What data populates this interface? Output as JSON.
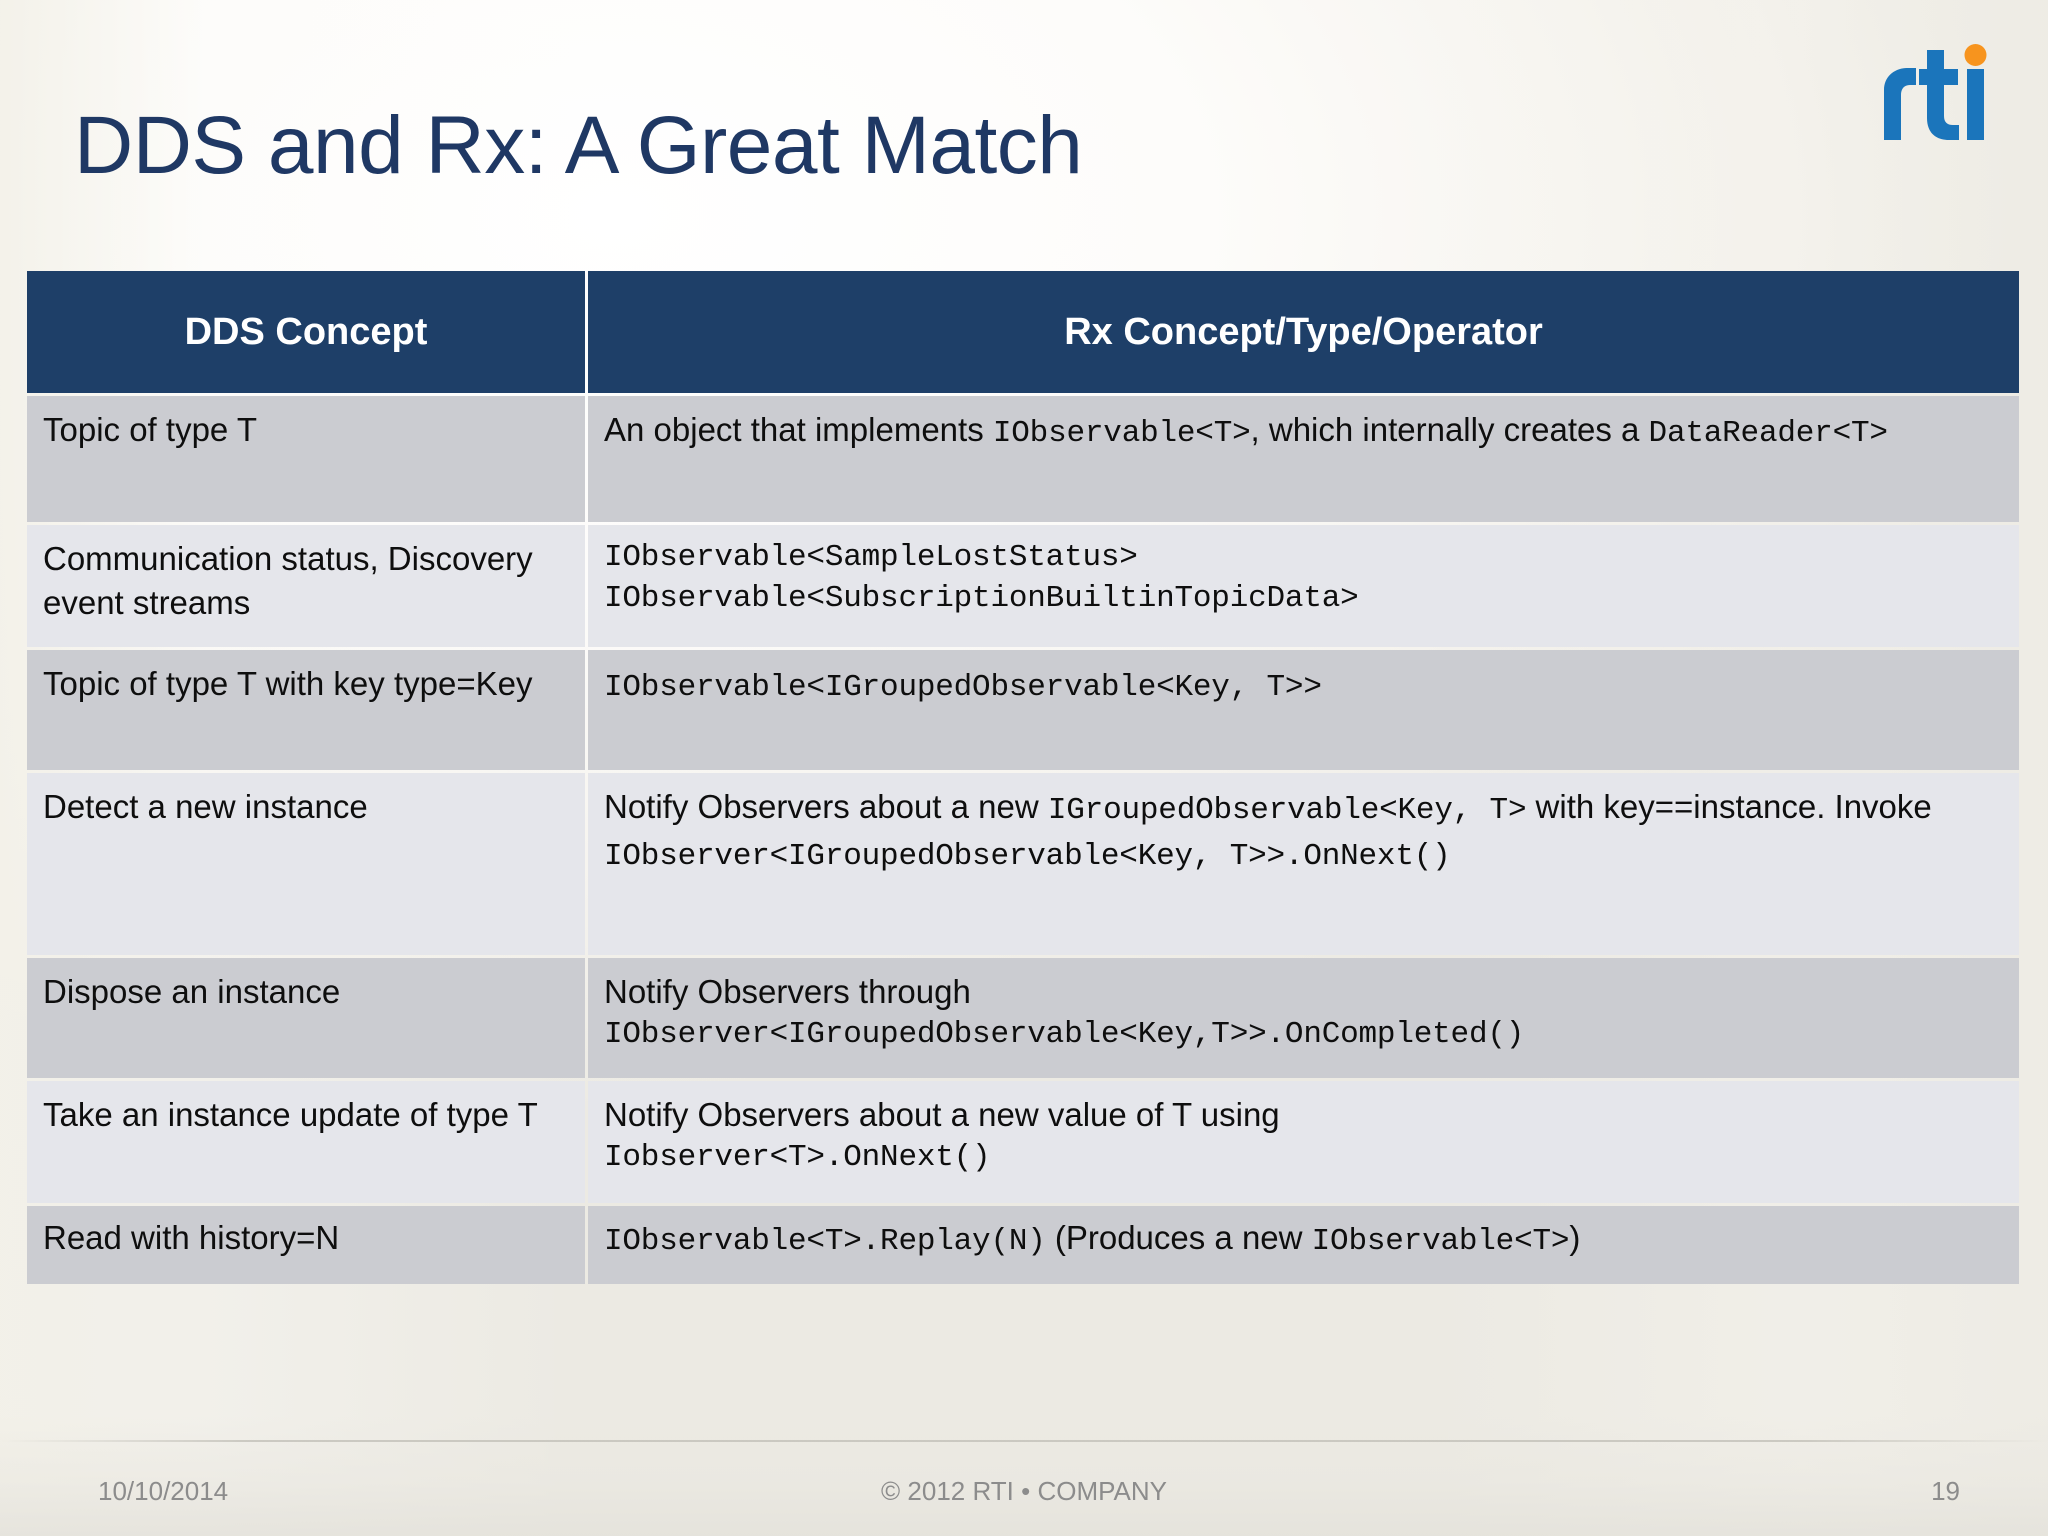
{
  "slide": {
    "title": "DDS and Rx: A Great Match",
    "title_color": "#1f3864",
    "background_color": "#f6f4ef"
  },
  "logo": {
    "name": "rti-logo",
    "wordmark": "rti",
    "blue": "#1b75bb",
    "orange": "#f7941e"
  },
  "table": {
    "header_bg": "#1e3f68",
    "header_text_color": "#ffffff",
    "row_shade_dark": "#cbccd1",
    "row_shade_light": "#e5e6eb",
    "columns": [
      "DDS Concept",
      "Rx Concept/Type/Operator"
    ],
    "rows": [
      {
        "concept": "Topic of type T",
        "rx_parts": [
          {
            "text": "An object that implements ",
            "mono": false
          },
          {
            "text": "IObservable<T>",
            "mono": true
          },
          {
            "text": ", which internally creates a ",
            "mono": false
          },
          {
            "text": "DataReader<T>",
            "mono": true
          }
        ]
      },
      {
        "concept": "Communication status, Discovery event streams",
        "rx_parts": [
          {
            "text": "IObservable<SampleLostStatus>",
            "mono": true
          },
          {
            "text": "\n",
            "mono": false
          },
          {
            "text": "IObservable<SubscriptionBuiltinTopicData>",
            "mono": true
          }
        ]
      },
      {
        "concept": "Topic of type T with key type=Key",
        "rx_parts": [
          {
            "text": "IObservable<IGroupedObservable<Key, T>>",
            "mono": true
          }
        ]
      },
      {
        "concept": "Detect a new instance",
        "rx_parts": [
          {
            "text": "Notify Observers about a new ",
            "mono": false
          },
          {
            "text": "IGroupedObservable<Key, T>",
            "mono": true
          },
          {
            "text": " with key==instance. Invoke ",
            "mono": false
          },
          {
            "text": "IObserver<IGroupedObservable<Key, T>>.OnNext()",
            "mono": true
          }
        ]
      },
      {
        "concept": "Dispose an instance",
        "rx_parts": [
          {
            "text": "Notify Observers through ",
            "mono": false
          },
          {
            "text": "IObserver<IGroupedObservable<Key,T>>.OnCompleted()",
            "mono": true
          }
        ]
      },
      {
        "concept": "Take an instance update of type T",
        "rx_parts": [
          {
            "text": "Notify Observers about a new value of T using ",
            "mono": false
          },
          {
            "text": "Iobserver<T>.OnNext()",
            "mono": true
          }
        ]
      },
      {
        "concept": "Read with history=N",
        "rx_parts": [
          {
            "text": "IObservable<T>.Replay(N)",
            "mono": true
          },
          {
            "text": " (Produces a new ",
            "mono": false
          },
          {
            "text": "IObservable<T>",
            "mono": true
          },
          {
            "text": ")",
            "mono": false
          }
        ]
      }
    ]
  },
  "footer": {
    "date": "10/10/2014",
    "copyright": "© 2012 RTI • COMPANY",
    "page_number": "19"
  }
}
